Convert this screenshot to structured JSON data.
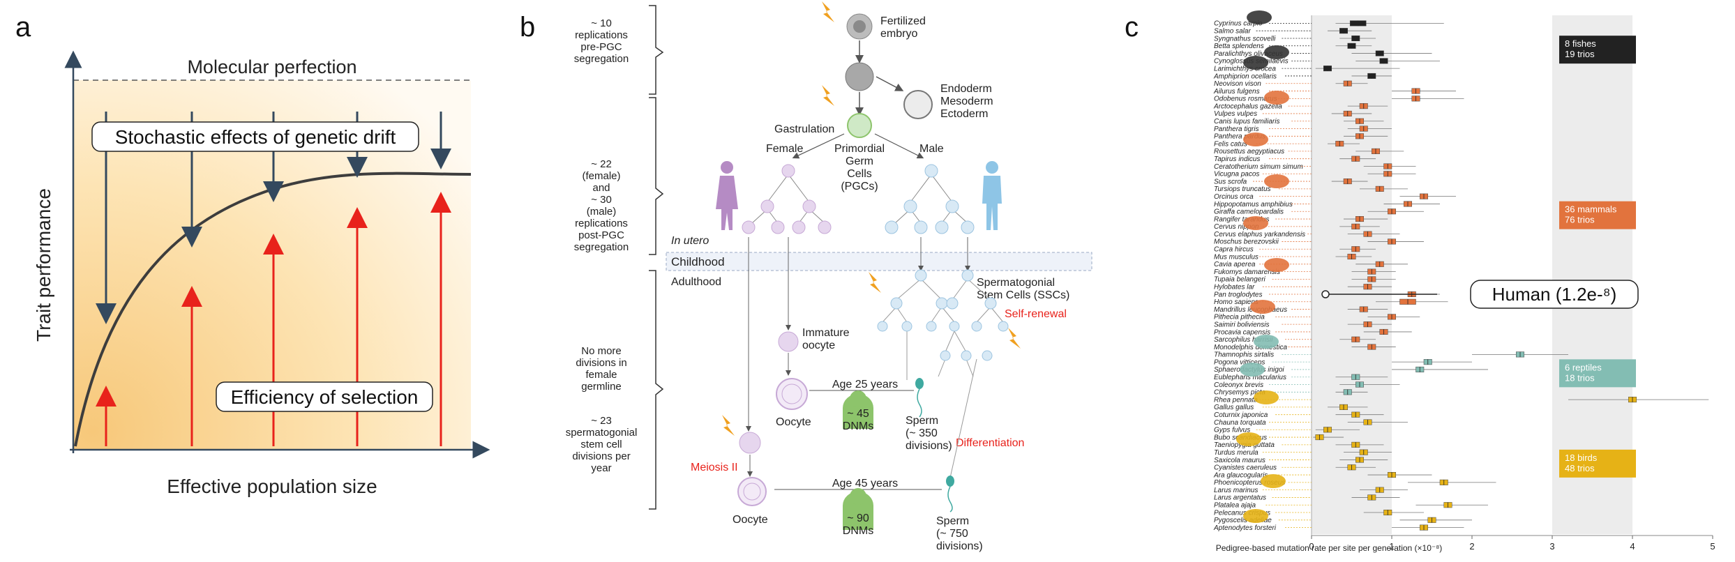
{
  "panel_a": {
    "letter": "a",
    "top_label": "Molecular perfection",
    "drift_label": "Stochastic effects of genetic drift",
    "selection_label": "Efficiency of selection",
    "y_axis_label": "Trait performance",
    "x_axis_label": "Effective population size",
    "colors": {
      "drift_arrow": "#34495e",
      "selection_arrow": "#e8221b",
      "curve": "#3d3d3d",
      "gradient": "#f7c87a"
    }
  },
  "panel_b": {
    "letter": "b",
    "left_notes": [
      "~ 10\nreplications\npre-PGC\nsegregation",
      "~ 22\n(female)\nand\n~ 30\n(male)\nreplications\npost-PGC\nsegregation",
      "No more\ndivisions in\nfemale\ngermline",
      "~ 23\nspermatogonial\nstem cell\ndivisions per\nyear"
    ],
    "fertilized_embryo": "Fertilized\nembryo",
    "germ_layers": "Endoderm\nMesoderm\nEctoderm",
    "gastrulation": "Gastrulation",
    "female": "Female",
    "male": "Male",
    "pgc": "Primordial\nGerm\nCells\n(PGCs)",
    "in_utero": "In utero",
    "childhood": "Childhood",
    "adulthood": "Adulthood",
    "sscs": "Spermatogonial\nStem Cells (SSCs)",
    "self_renewal": "Self-renewal",
    "immature_oocyte": "Immature\noocyte",
    "oocyte": "Oocyte",
    "age_25": "Age 25 years",
    "dnms_45": "~ 45\nDNMs",
    "sperm_350": "Sperm\n(~ 350\ndivisions)",
    "differentiation": "Differentiation",
    "meiosis": "Meiosis II",
    "oocyte_2": "Oocyte",
    "age_45": "Age 45 years",
    "dnms_90": "~ 90\nDNMs",
    "sperm_750": "Sperm\n(~ 750\ndivisions)",
    "colors": {
      "red_text": "#e8221b",
      "green": "#8dc46b",
      "cell_purple": "#e6d6ee",
      "cell_blue": "#d8e9f5",
      "lightning": "#f0a020"
    }
  },
  "panel_c": {
    "letter": "c",
    "x_label": "Pedigree-based mutation rate per site per generation (×10⁻⁸)",
    "x_ticks": [
      "0",
      "1",
      "2",
      "3",
      "4",
      "5"
    ],
    "human_label": "Human (1.2e-⁸)",
    "groups": [
      {
        "name": "fishes",
        "label": "8 fishes\n19 trios",
        "color": "#222222"
      },
      {
        "name": "mammals",
        "label": "36 mammals\n76 trios",
        "color": "#e2733d"
      },
      {
        "name": "reptiles",
        "label": "6 reptiles\n18 trios",
        "color": "#83bdb3"
      },
      {
        "name": "birds",
        "label": "18 birds\n48 trios",
        "color": "#e6b216"
      }
    ],
    "species": [
      {
        "n": "Cyprinus carpio",
        "g": 0,
        "m": 0.58,
        "lo": 0.48,
        "hi": 0.68,
        "wl": 0.3,
        "wh": 1.65
      },
      {
        "n": "Salmo salar",
        "g": 0,
        "m": 0.4,
        "lo": 0.35,
        "hi": 0.45,
        "wl": 0.2,
        "wh": 0.75
      },
      {
        "n": "Syngnathus scovelli",
        "g": 0,
        "m": 0.55,
        "lo": 0.5,
        "hi": 0.6,
        "wl": 0.35,
        "wh": 0.8
      },
      {
        "n": "Betta splendens",
        "g": 0,
        "m": 0.5,
        "lo": 0.45,
        "hi": 0.55,
        "wl": 0.3,
        "wh": 0.75
      },
      {
        "n": "Paralichthys olivaceus",
        "g": 0,
        "m": 0.85,
        "lo": 0.8,
        "hi": 0.9,
        "wl": 0.5,
        "wh": 1.5
      },
      {
        "n": "Cynoglossus semilaevis",
        "g": 0,
        "m": 0.9,
        "lo": 0.85,
        "hi": 0.95,
        "wl": 0.55,
        "wh": 1.6
      },
      {
        "n": "Larimichthys crocea",
        "g": 0,
        "m": 0.2,
        "lo": 0.15,
        "hi": 0.25,
        "wl": 0.05,
        "wh": 1.1
      },
      {
        "n": "Amphiprion ocellaris",
        "g": 0,
        "m": 0.75,
        "lo": 0.7,
        "hi": 0.8,
        "wl": 0.5,
        "wh": 1.0
      },
      {
        "n": "Neovison vison",
        "g": 1,
        "m": 0.45,
        "lo": 0.4,
        "hi": 0.5,
        "wl": 0.3,
        "wh": 0.7
      },
      {
        "n": "Ailurus fulgens",
        "g": 1,
        "m": 1.3,
        "lo": 1.25,
        "hi": 1.35,
        "wl": 1.0,
        "wh": 1.8
      },
      {
        "n": "Odobenus rosmarus",
        "g": 1,
        "m": 1.3,
        "lo": 1.25,
        "hi": 1.35,
        "wl": 1.0,
        "wh": 1.9
      },
      {
        "n": "Arctocephalus gazella",
        "g": 1,
        "m": 0.65,
        "lo": 0.6,
        "hi": 0.7,
        "wl": 0.45,
        "wh": 0.95
      },
      {
        "n": "Vulpes vulpes",
        "g": 1,
        "m": 0.45,
        "lo": 0.4,
        "hi": 0.5,
        "wl": 0.25,
        "wh": 0.75
      },
      {
        "n": "Canis lupus familiaris",
        "g": 1,
        "m": 0.6,
        "lo": 0.55,
        "hi": 0.65,
        "wl": 0.4,
        "wh": 0.9
      },
      {
        "n": "Panthera tigris",
        "g": 1,
        "m": 0.65,
        "lo": 0.6,
        "hi": 0.7,
        "wl": 0.45,
        "wh": 1.0
      },
      {
        "n": "Panthera pardus",
        "g": 1,
        "m": 0.6,
        "lo": 0.55,
        "hi": 0.65,
        "wl": 0.4,
        "wh": 0.95
      },
      {
        "n": "Felis catus",
        "g": 1,
        "m": 0.35,
        "lo": 0.3,
        "hi": 0.4,
        "wl": 0.2,
        "wh": 0.6
      },
      {
        "n": "Rousettus aegyptiacus",
        "g": 1,
        "m": 0.8,
        "lo": 0.75,
        "hi": 0.85,
        "wl": 0.55,
        "wh": 1.15
      },
      {
        "n": "Tapirus indicus",
        "g": 1,
        "m": 0.55,
        "lo": 0.5,
        "hi": 0.6,
        "wl": 0.35,
        "wh": 0.8
      },
      {
        "n": "Ceratotherium simum simum",
        "g": 1,
        "m": 0.95,
        "lo": 0.9,
        "hi": 1.0,
        "wl": 0.65,
        "wh": 1.3
      },
      {
        "n": "Vicugna pacos",
        "g": 1,
        "m": 0.95,
        "lo": 0.9,
        "hi": 1.0,
        "wl": 0.7,
        "wh": 1.3
      },
      {
        "n": "Sus scrofa",
        "g": 1,
        "m": 0.45,
        "lo": 0.4,
        "hi": 0.5,
        "wl": 0.25,
        "wh": 0.7
      },
      {
        "n": "Tursiops truncatus",
        "g": 1,
        "m": 0.85,
        "lo": 0.8,
        "hi": 0.9,
        "wl": 0.6,
        "wh": 1.2
      },
      {
        "n": "Orcinus orca",
        "g": 1,
        "m": 1.4,
        "lo": 1.35,
        "hi": 1.45,
        "wl": 1.1,
        "wh": 1.8
      },
      {
        "n": "Hippopotamus amphibius",
        "g": 1,
        "m": 1.2,
        "lo": 1.15,
        "hi": 1.25,
        "wl": 0.9,
        "wh": 1.6
      },
      {
        "n": "Giraffa camelopardalis",
        "g": 1,
        "m": 1.0,
        "lo": 0.95,
        "hi": 1.05,
        "wl": 0.7,
        "wh": 1.4
      },
      {
        "n": "Rangifer tarandus",
        "g": 1,
        "m": 0.6,
        "lo": 0.55,
        "hi": 0.65,
        "wl": 0.4,
        "wh": 0.95
      },
      {
        "n": "Cervus nippon",
        "g": 1,
        "m": 0.55,
        "lo": 0.5,
        "hi": 0.6,
        "wl": 0.35,
        "wh": 0.85
      },
      {
        "n": "Cervus elaphus yarkandensis",
        "g": 1,
        "m": 0.7,
        "lo": 0.65,
        "hi": 0.75,
        "wl": 0.45,
        "wh": 1.1
      },
      {
        "n": "Moschus berezovskii",
        "g": 1,
        "m": 1.0,
        "lo": 0.95,
        "hi": 1.05,
        "wl": 0.7,
        "wh": 1.4
      },
      {
        "n": "Capra hircus",
        "g": 1,
        "m": 0.55,
        "lo": 0.5,
        "hi": 0.6,
        "wl": 0.35,
        "wh": 0.8
      },
      {
        "n": "Mus musculus",
        "g": 1,
        "m": 0.5,
        "lo": 0.45,
        "hi": 0.55,
        "wl": 0.3,
        "wh": 0.75
      },
      {
        "n": "Cavia aperea",
        "g": 1,
        "m": 0.85,
        "lo": 0.8,
        "hi": 0.9,
        "wl": 0.55,
        "wh": 1.2
      },
      {
        "n": "Fukomys damarensis",
        "g": 1,
        "m": 0.75,
        "lo": 0.7,
        "hi": 0.8,
        "wl": 0.5,
        "wh": 1.05
      },
      {
        "n": "Tupaia belangeri",
        "g": 1,
        "m": 0.75,
        "lo": 0.7,
        "hi": 0.8,
        "wl": 0.5,
        "wh": 1.05
      },
      {
        "n": "Hylobates lar",
        "g": 1,
        "m": 0.7,
        "lo": 0.65,
        "hi": 0.75,
        "wl": 0.45,
        "wh": 1.0
      },
      {
        "n": "Pan troglodytes",
        "g": 1,
        "m": 1.25,
        "lo": 1.2,
        "hi": 1.3,
        "wl": 0.95,
        "wh": 1.6
      },
      {
        "n": "Homo sapiens",
        "g": 1,
        "m": 1.2,
        "lo": 1.1,
        "hi": 1.3,
        "wl": 0.8,
        "wh": 1.7
      },
      {
        "n": "Mandrillus leucophaeus",
        "g": 1,
        "m": 0.65,
        "lo": 0.6,
        "hi": 0.7,
        "wl": 0.45,
        "wh": 0.95
      },
      {
        "n": "Pithecia pithecia",
        "g": 1,
        "m": 1.0,
        "lo": 0.95,
        "hi": 1.05,
        "wl": 0.7,
        "wh": 1.35
      },
      {
        "n": "Saimiri boliviensis",
        "g": 1,
        "m": 0.7,
        "lo": 0.65,
        "hi": 0.75,
        "wl": 0.45,
        "wh": 1.0
      },
      {
        "n": "Procavia capensis",
        "g": 1,
        "m": 0.9,
        "lo": 0.85,
        "hi": 0.95,
        "wl": 0.65,
        "wh": 1.25
      },
      {
        "n": "Sarcophilus harrisii",
        "g": 1,
        "m": 0.55,
        "lo": 0.5,
        "hi": 0.6,
        "wl": 0.35,
        "wh": 0.8
      },
      {
        "n": "Monodelphis domestica",
        "g": 1,
        "m": 0.75,
        "lo": 0.7,
        "hi": 0.8,
        "wl": 0.5,
        "wh": 1.05
      },
      {
        "n": "Thamnophis sirtalis",
        "g": 2,
        "m": 2.6,
        "lo": 2.55,
        "hi": 2.65,
        "wl": 2.0,
        "wh": 3.2
      },
      {
        "n": "Pogona vitticeps",
        "g": 2,
        "m": 1.45,
        "lo": 1.4,
        "hi": 1.5,
        "wl": 1.0,
        "wh": 2.0
      },
      {
        "n": "Sphaerodactylus inigoi",
        "g": 2,
        "m": 1.35,
        "lo": 1.3,
        "hi": 1.4,
        "wl": 1.0,
        "wh": 2.2
      },
      {
        "n": "Eublepharis macularius",
        "g": 2,
        "m": 0.55,
        "lo": 0.5,
        "hi": 0.6,
        "wl": 0.3,
        "wh": 0.95
      },
      {
        "n": "Coleonyx brevis",
        "g": 2,
        "m": 0.6,
        "lo": 0.55,
        "hi": 0.65,
        "wl": 0.35,
        "wh": 1.1
      },
      {
        "n": "Chrysemys picta",
        "g": 2,
        "m": 0.45,
        "lo": 0.4,
        "hi": 0.5,
        "wl": 0.3,
        "wh": 0.7
      },
      {
        "n": "Rhea pennata",
        "g": 3,
        "m": 4.0,
        "lo": 3.95,
        "hi": 4.05,
        "wl": 3.2,
        "wh": 4.95
      },
      {
        "n": "Gallus gallus",
        "g": 3,
        "m": 0.4,
        "lo": 0.35,
        "hi": 0.45,
        "wl": 0.2,
        "wh": 0.7
      },
      {
        "n": "Coturnix japonica",
        "g": 3,
        "m": 0.55,
        "lo": 0.5,
        "hi": 0.6,
        "wl": 0.3,
        "wh": 0.9
      },
      {
        "n": "Chauna torquata",
        "g": 3,
        "m": 0.7,
        "lo": 0.65,
        "hi": 0.75,
        "wl": 0.45,
        "wh": 1.2
      },
      {
        "n": "Gyps fulvus",
        "g": 3,
        "m": 0.2,
        "lo": 0.15,
        "hi": 0.25,
        "wl": 0.05,
        "wh": 0.6
      },
      {
        "n": "Bubo scandiacus",
        "g": 3,
        "m": 0.1,
        "lo": 0.05,
        "hi": 0.15,
        "wl": 0.02,
        "wh": 0.4
      },
      {
        "n": "Taeniopygia guttata",
        "g": 3,
        "m": 0.55,
        "lo": 0.5,
        "hi": 0.6,
        "wl": 0.3,
        "wh": 0.9
      },
      {
        "n": "Turdus merula",
        "g": 3,
        "m": 0.65,
        "lo": 0.6,
        "hi": 0.7,
        "wl": 0.4,
        "wh": 1.0
      },
      {
        "n": "Saxicola maurus",
        "g": 3,
        "m": 0.6,
        "lo": 0.55,
        "hi": 0.65,
        "wl": 0.35,
        "wh": 0.95
      },
      {
        "n": "Cyanistes caeruleus",
        "g": 3,
        "m": 0.5,
        "lo": 0.45,
        "hi": 0.55,
        "wl": 0.3,
        "wh": 0.8
      },
      {
        "n": "Ara glaucogularis",
        "g": 3,
        "m": 1.0,
        "lo": 0.95,
        "hi": 1.05,
        "wl": 0.7,
        "wh": 1.5
      },
      {
        "n": "Phoenicopterus roseus",
        "g": 3,
        "m": 1.65,
        "lo": 1.6,
        "hi": 1.7,
        "wl": 1.2,
        "wh": 2.3
      },
      {
        "n": "Larus marinus",
        "g": 3,
        "m": 0.85,
        "lo": 0.8,
        "hi": 0.9,
        "wl": 0.6,
        "wh": 1.2
      },
      {
        "n": "Larus argentatus",
        "g": 3,
        "m": 0.75,
        "lo": 0.7,
        "hi": 0.8,
        "wl": 0.5,
        "wh": 1.1
      },
      {
        "n": "Platalea ajaja",
        "g": 3,
        "m": 1.7,
        "lo": 1.65,
        "hi": 1.75,
        "wl": 1.3,
        "wh": 2.2
      },
      {
        "n": "Pelecanus crispus",
        "g": 3,
        "m": 0.95,
        "lo": 0.9,
        "hi": 1.0,
        "wl": 0.65,
        "wh": 1.4
      },
      {
        "n": "Pygoscelis adeliae",
        "g": 3,
        "m": 1.5,
        "lo": 1.45,
        "hi": 1.55,
        "wl": 1.1,
        "wh": 2.0
      },
      {
        "n": "Aptenodytes forsteri",
        "g": 3,
        "m": 1.4,
        "lo": 1.35,
        "hi": 1.45,
        "wl": 1.0,
        "wh": 1.9
      }
    ]
  }
}
